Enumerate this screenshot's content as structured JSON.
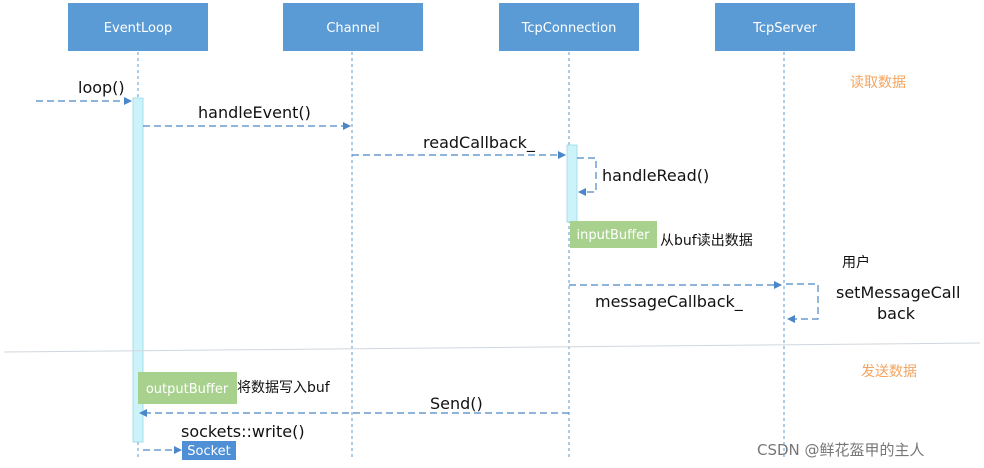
{
  "colors": {
    "header": "#5b9bd5",
    "activation": "#ccf3fa",
    "badge_green": "#a9d18e",
    "badge_blue": "#4f8fd6",
    "section_label": "#f4a460",
    "arrow": "#4a86c8"
  },
  "participants": [
    {
      "id": "eventloop",
      "label": "EventLoop"
    },
    {
      "id": "channel",
      "label": "Channel"
    },
    {
      "id": "tcpconnection",
      "label": "TcpConnection"
    },
    {
      "id": "tcpserver",
      "label": "TcpServer"
    }
  ],
  "sections": {
    "read": "读取数据",
    "send": "发送数据"
  },
  "messages": {
    "loop": "loop()",
    "handle_event": "handleEvent()",
    "read_callback": "readCallback_",
    "handle_read": "handleRead()",
    "message_callback": "messageCallback_",
    "user": "用户",
    "set_message_callback_1": "setMessageCall",
    "set_message_callback_2": "back",
    "send": "Send()",
    "sockets_write": "sockets::write()"
  },
  "badges": {
    "input_buffer": "inputBuffer",
    "output_buffer": "outputBuffer",
    "socket": "Socket"
  },
  "notes": {
    "read_from_buf": "从buf读出数据",
    "write_to_buf": "将数据写入buf"
  },
  "watermark": "CSDN @鲜花盔甲的主人"
}
